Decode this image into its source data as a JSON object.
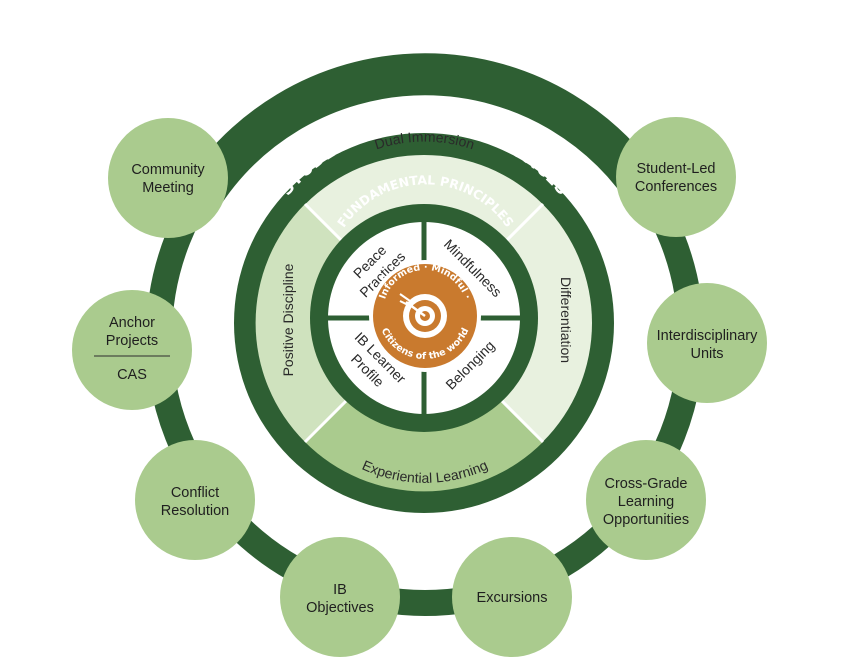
{
  "colors": {
    "dark_green": "#2e5f33",
    "light_green": "#aacb8e",
    "pale_green": "#e8f1df",
    "mid_green": "#cfe2be",
    "orange": "#c97a2e",
    "white": "#ffffff"
  },
  "outer": {
    "title": "CURRICULAR ELEMENTS",
    "elements": {
      "community_meeting": [
        "Community",
        "Meeting"
      ],
      "student_led": [
        "Student-Led",
        "Conferences"
      ],
      "anchor_projects": [
        "Anchor",
        "Projects"
      ],
      "cas": "CAS",
      "interdisciplinary": [
        "Interdisciplinary",
        "Units"
      ],
      "conflict_resolution": [
        "Conflict",
        "Resolution"
      ],
      "cross_grade": [
        "Cross-Grade",
        "Learning",
        "Opportunities"
      ],
      "ib_objectives": [
        "IB",
        "Objectives"
      ],
      "excursions": "Excursions"
    }
  },
  "practices": {
    "title": "STUDENT-CENTERED PRACTICES",
    "dual_immersion": "Dual Immersion",
    "differentiation": "Differentiation",
    "experiential_learning": "Experiential Learning",
    "positive_discipline": "Positive Discipline"
  },
  "principles": {
    "title": "FUNDAMENTAL PRINCIPLES",
    "peace_practices": [
      "Peace",
      "Practices"
    ],
    "mindfulness": "Mindfulness",
    "ib_learner_profile": [
      "IB Learner",
      "Profile"
    ],
    "belonging": "Belonging"
  },
  "core": {
    "informed": "Informed",
    "mindful": "Mindful",
    "citizens": "Citizens of the world",
    "icon": "target-arrow-icon"
  }
}
